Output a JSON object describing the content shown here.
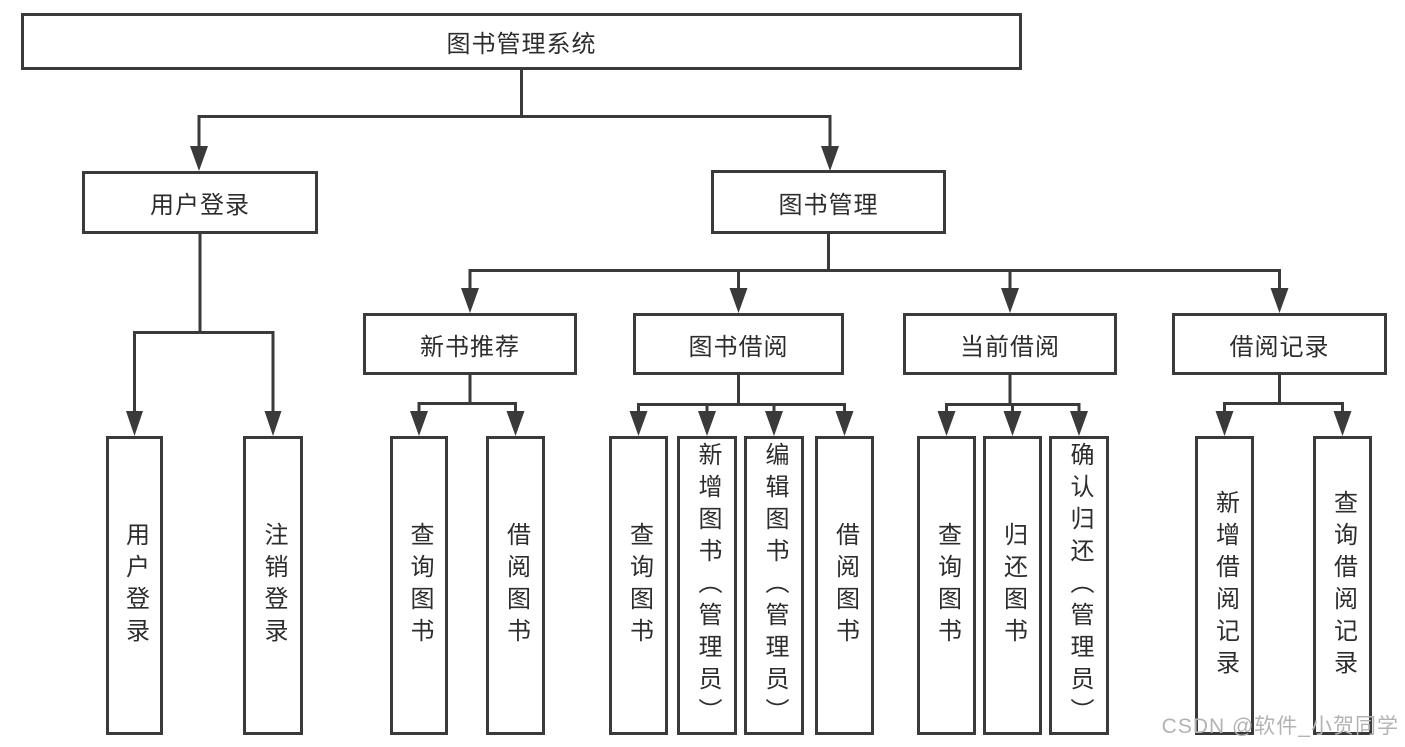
{
  "diagram": {
    "root": {
      "label": "图书管理系统"
    },
    "branches": [
      {
        "label": "用户登录",
        "children": [
          {
            "label": "用户登录"
          },
          {
            "label": "注销登录"
          }
        ]
      },
      {
        "label": "图书管理",
        "children": [
          {
            "label": "新书推荐",
            "children": [
              {
                "label": "查询图书"
              },
              {
                "label": "借阅图书"
              }
            ]
          },
          {
            "label": "图书借阅",
            "children": [
              {
                "label": "查询图书"
              },
              {
                "label": "新增图书（管理员）"
              },
              {
                "label": "编辑图书（管理员）"
              },
              {
                "label": "借阅图书"
              }
            ]
          },
          {
            "label": "当前借阅",
            "children": [
              {
                "label": "查询图书"
              },
              {
                "label": "归还图书"
              },
              {
                "label": "确认归还（管理员）"
              }
            ]
          },
          {
            "label": "借阅记录",
            "children": [
              {
                "label": "新增借阅记录"
              },
              {
                "label": "查询借阅记录"
              }
            ]
          }
        ]
      }
    ],
    "watermark": "CSDN @软件_小贺同学",
    "colors": {
      "line": "#3a3a3a",
      "text": "#2d2d2d",
      "watermark": "#b3b3b3",
      "background": "#ffffff"
    }
  }
}
